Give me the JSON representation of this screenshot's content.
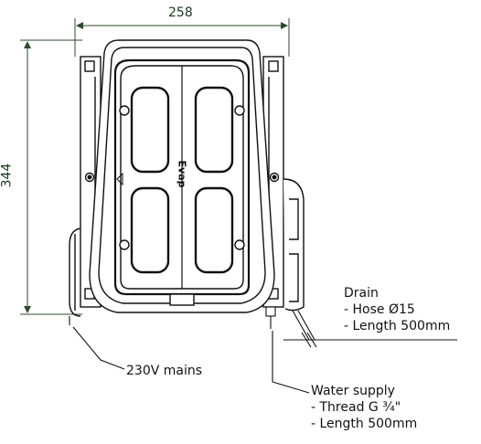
{
  "dimensions": {
    "width": "258",
    "height": "344"
  },
  "logo_text": "Evap",
  "callouts": {
    "drain": {
      "title": "Drain",
      "line1": "- Hose Ø15",
      "line2": "- Length 500mm"
    },
    "mains": {
      "label": "230V mains"
    },
    "water_supply": {
      "title": "Water supply",
      "line1": "- Thread G ¾\"",
      "line2": "- Length 500mm"
    }
  },
  "colors": {
    "line": "#111111",
    "dimension_line": "#2b4a2b",
    "fill": "#ffffff"
  }
}
